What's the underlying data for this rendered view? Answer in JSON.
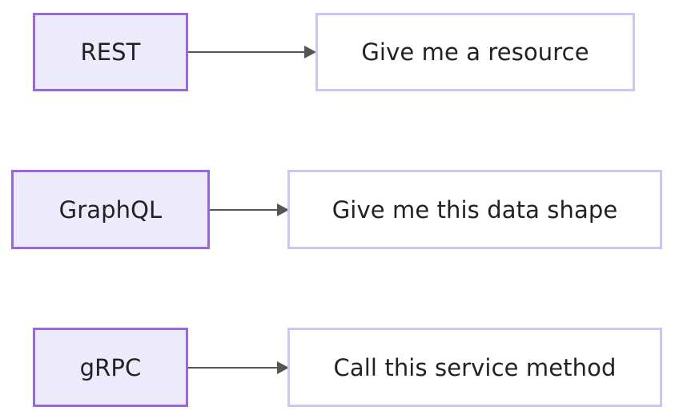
{
  "colors": {
    "source_fill": "#ECEAFB",
    "source_border": "#9868DE",
    "target_border": "#CFC5F5",
    "arrow": "#555555",
    "text": "#222222"
  },
  "rows": [
    {
      "api": "REST",
      "description": "Give me a resource"
    },
    {
      "api": "GraphQL",
      "description": "Give me this data shape"
    },
    {
      "api": "gRPC",
      "description": "Call this service method"
    }
  ]
}
